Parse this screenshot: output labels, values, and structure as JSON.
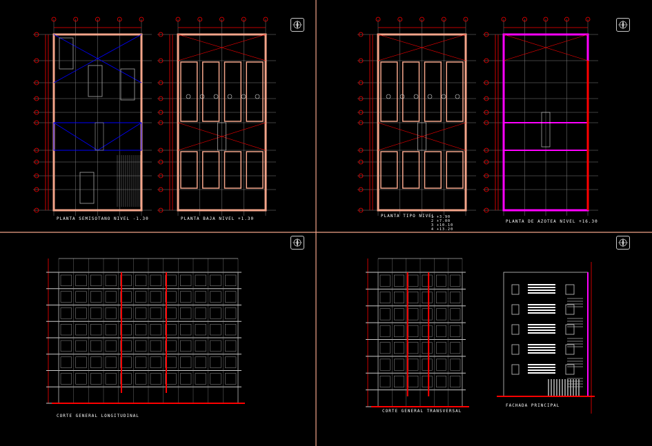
{
  "viewports": [
    {
      "id": "semisotano",
      "title": "PLANTA SEMISOTANO NIVEL -1.30"
    },
    {
      "id": "baja",
      "title": "PLANTA BAJA NIVEL +1.30"
    },
    {
      "id": "tipo",
      "title": "PLANTA TIPO NIVEL",
      "levels": [
        "1  +3.90",
        "2  +7.00",
        "3  +10.10",
        "4  +13.20"
      ]
    },
    {
      "id": "azotea",
      "title": "PLANTA DE AZOTEA NIVEL +16.30"
    },
    {
      "id": "corte-long",
      "title": "CORTE GENERAL LONGITUDINAL"
    },
    {
      "id": "corte-trans",
      "title": "CORTE GENERAL TRANSVERSAL"
    },
    {
      "id": "fachada",
      "title": "FACHADA PRINCIPAL"
    }
  ],
  "icons": {
    "compass": "north-arrow-icon"
  },
  "colors": {
    "background": "#000000",
    "wall": "#f4a58a",
    "red": "#ff0000",
    "blue": "#0000ff",
    "magenta": "#ff00ff",
    "grid": "#808080",
    "divider": "#f4a58a"
  }
}
